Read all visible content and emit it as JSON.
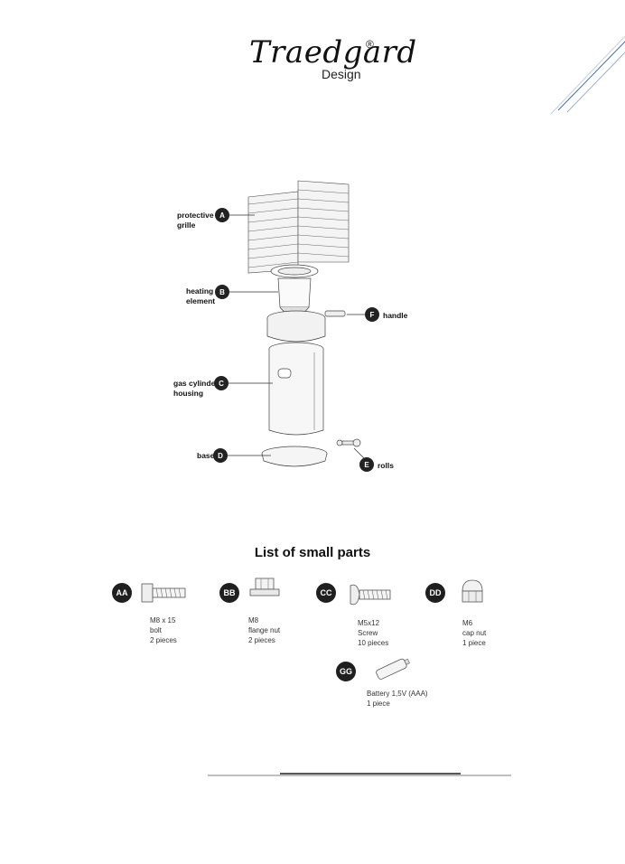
{
  "header": {
    "brand": "Traedgard",
    "sub": "Design",
    "reg": "®"
  },
  "diagram": {
    "parts": [
      {
        "letter": "A",
        "label": "protective\ngrille"
      },
      {
        "letter": "B",
        "label": "heating\nelement"
      },
      {
        "letter": "C",
        "label": "gas cylinder\nhousing"
      },
      {
        "letter": "D",
        "label": "base"
      },
      {
        "letter": "E",
        "label": "rolls"
      },
      {
        "letter": "F",
        "label": "handle"
      }
    ]
  },
  "small_parts": {
    "title": "List of small parts",
    "items": [
      {
        "code": "AA",
        "text": "M8 x 15\nbolt\n2 pieces"
      },
      {
        "code": "BB",
        "text": "M8\nflange nut\n2 pieces"
      },
      {
        "code": "CC",
        "text": "M5x12\nScrew\n10 pieces"
      },
      {
        "code": "DD",
        "text": "M6\ncap nut\n1 piece"
      },
      {
        "code": "GG",
        "text": "Battery 1,5V (AAA)\n1 piece"
      }
    ]
  },
  "colors": {
    "ink": "#222222",
    "accent_line": "#4a6fa5"
  }
}
